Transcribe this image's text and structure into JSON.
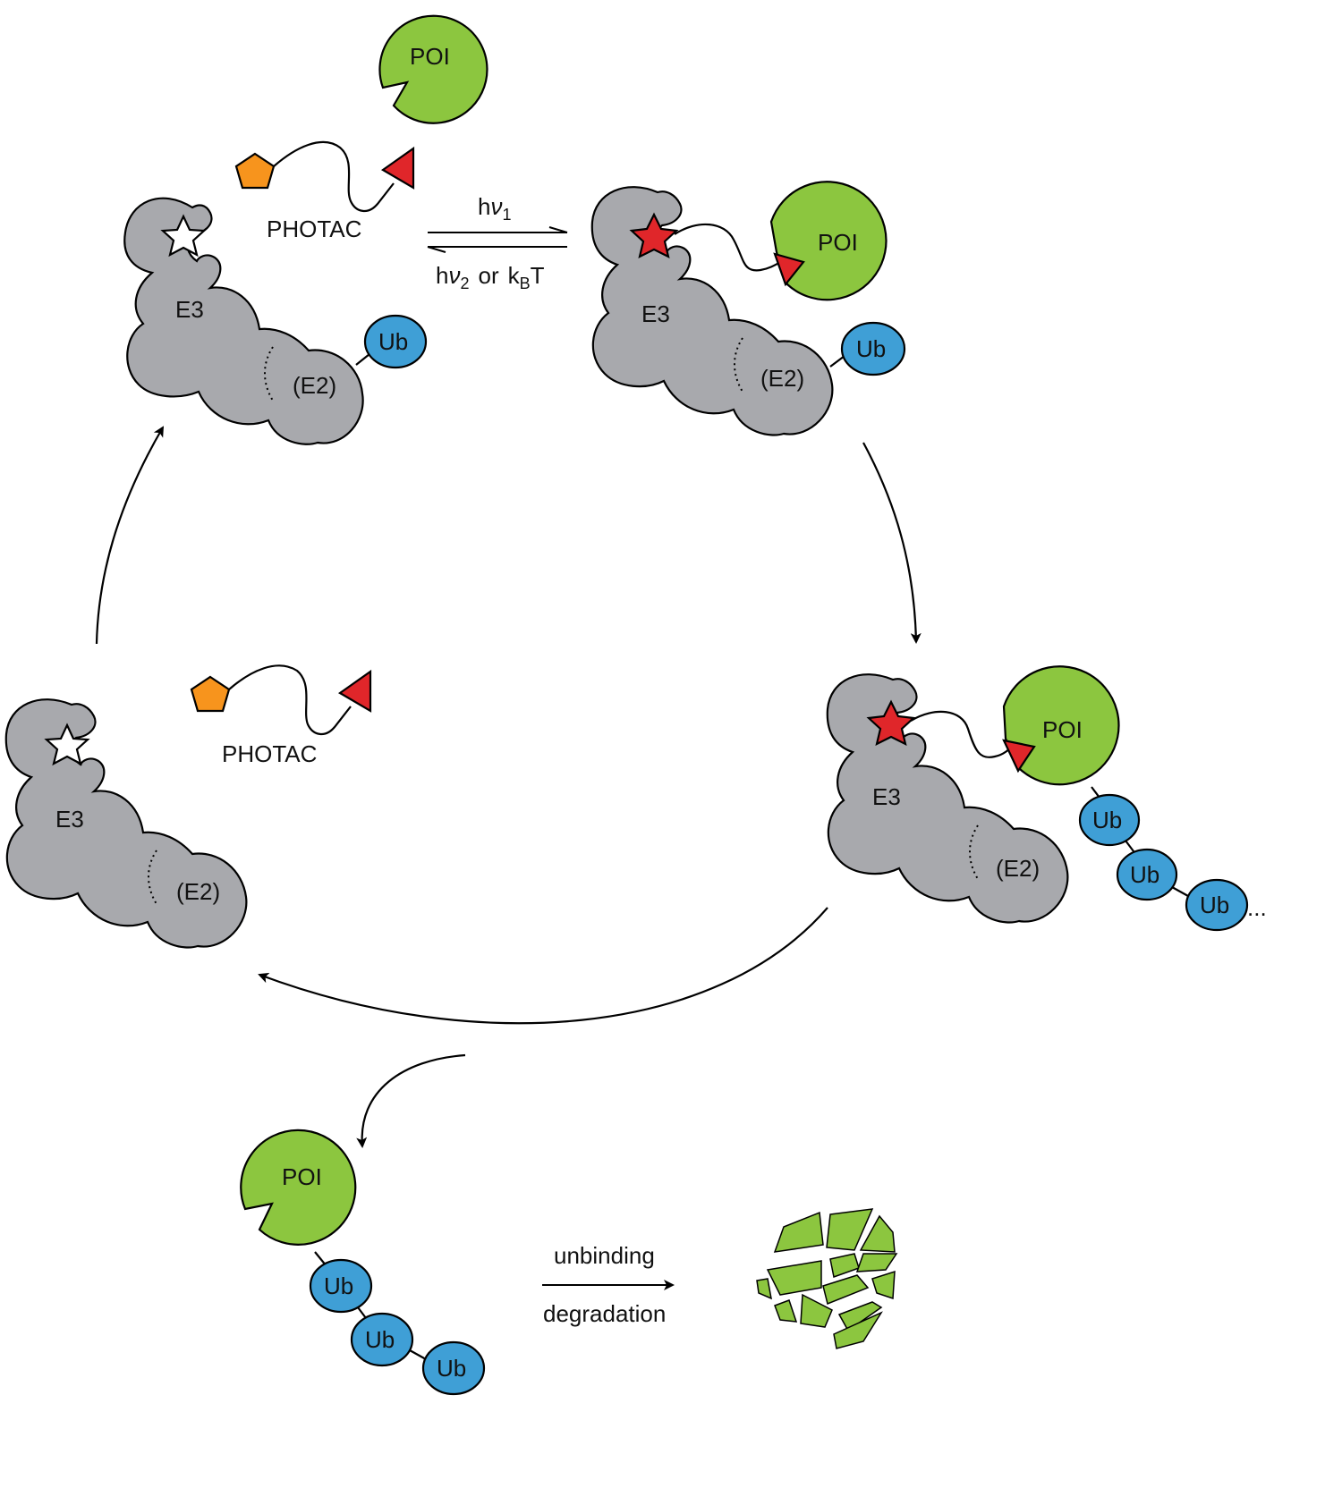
{
  "labels": {
    "poi": "POI",
    "e3": "E3",
    "e2": "(E2)",
    "ub": "Ub",
    "photac": "PHOTAC",
    "ellipsis": "...",
    "forward_h": "h",
    "forward_nu": "ν",
    "forward_sub": "1",
    "reverse_h": "h",
    "reverse_nu": "ν",
    "reverse_sub": "2",
    "reverse_or": "or",
    "reverse_k": "k",
    "reverse_B": "B",
    "reverse_T": "T",
    "unbinding": "unbinding",
    "degradation": "degradation"
  },
  "colors": {
    "e3_gray": "#a8a9ad",
    "poi_green": "#8cc63f",
    "ub_blue": "#3f9fd6",
    "ligand_orange": "#f7941d",
    "warhead_red": "#e0262a",
    "star_white": "#ffffff",
    "star_red": "#e0262a"
  },
  "icons": {
    "ligand": "pentagon",
    "warhead": "triangle",
    "active_state": "star-filled",
    "inactive_state": "star-outline"
  }
}
